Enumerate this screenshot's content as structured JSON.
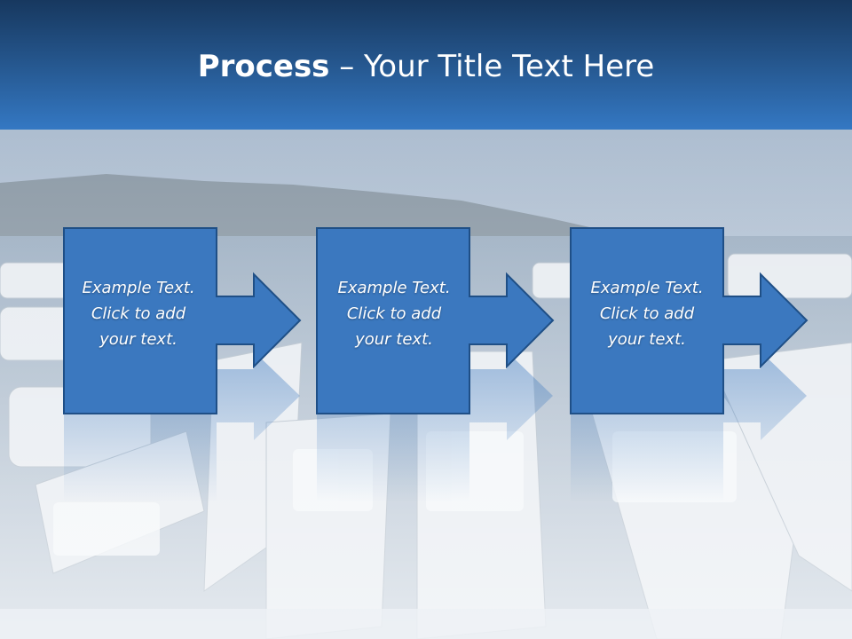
{
  "slide": {
    "title_bold": "Process",
    "title_rest": " – Your Title Text Here"
  },
  "steps": [
    {
      "lines": [
        "Example Text.",
        "Click  to add",
        "your text."
      ]
    },
    {
      "lines": [
        "Example Text.",
        "Click  to add",
        "your text."
      ]
    },
    {
      "lines": [
        "Example Text.",
        "Click  to add",
        "your text."
      ]
    }
  ],
  "colors": {
    "header_top": "#17385f",
    "header_bottom": "#3478c3",
    "shape_fill": "#3b78bf",
    "shape_border": "#1f4f86"
  }
}
